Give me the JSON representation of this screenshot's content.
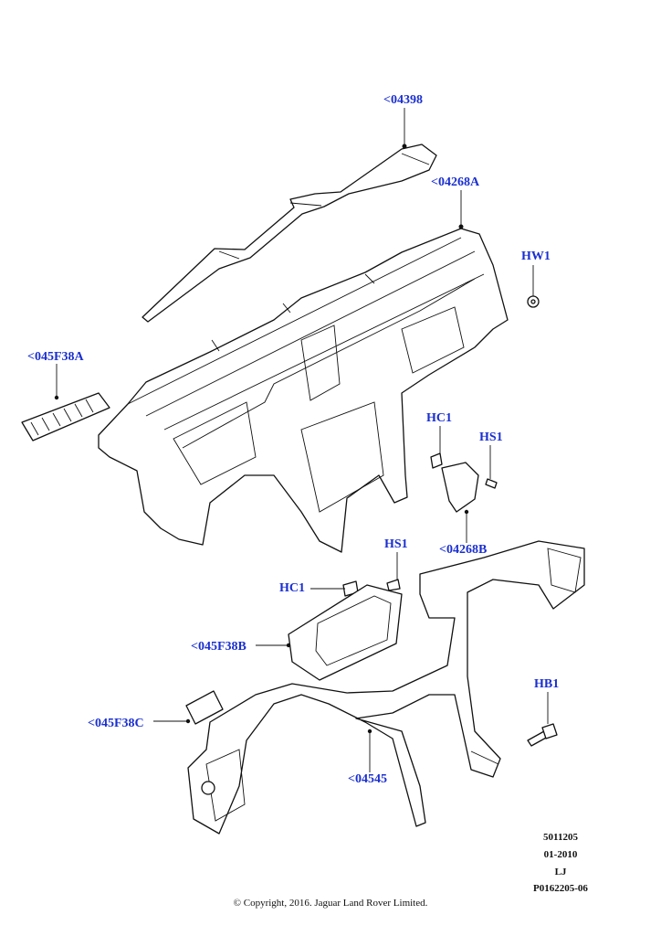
{
  "callouts": {
    "c04398": "<04398",
    "c04268A": "<04268A",
    "cHW1": "HW1",
    "c045F38A": "<045F38A",
    "cHC1a": "HC1",
    "cHS1a": "HS1",
    "c04268B": "<04268B",
    "cHS1b": "HS1",
    "cHC1b": "HC1",
    "c045F38B": "<045F38B",
    "cHB1": "HB1",
    "c045F38C": "<045F38C",
    "c04545": "<04545"
  },
  "meta": {
    "line1": "5011205",
    "line2": "01-2010",
    "line3": "LJ",
    "line4": "P0162205-06"
  },
  "copyright": "© Copyright, 2016. Jaguar Land Rover Limited."
}
